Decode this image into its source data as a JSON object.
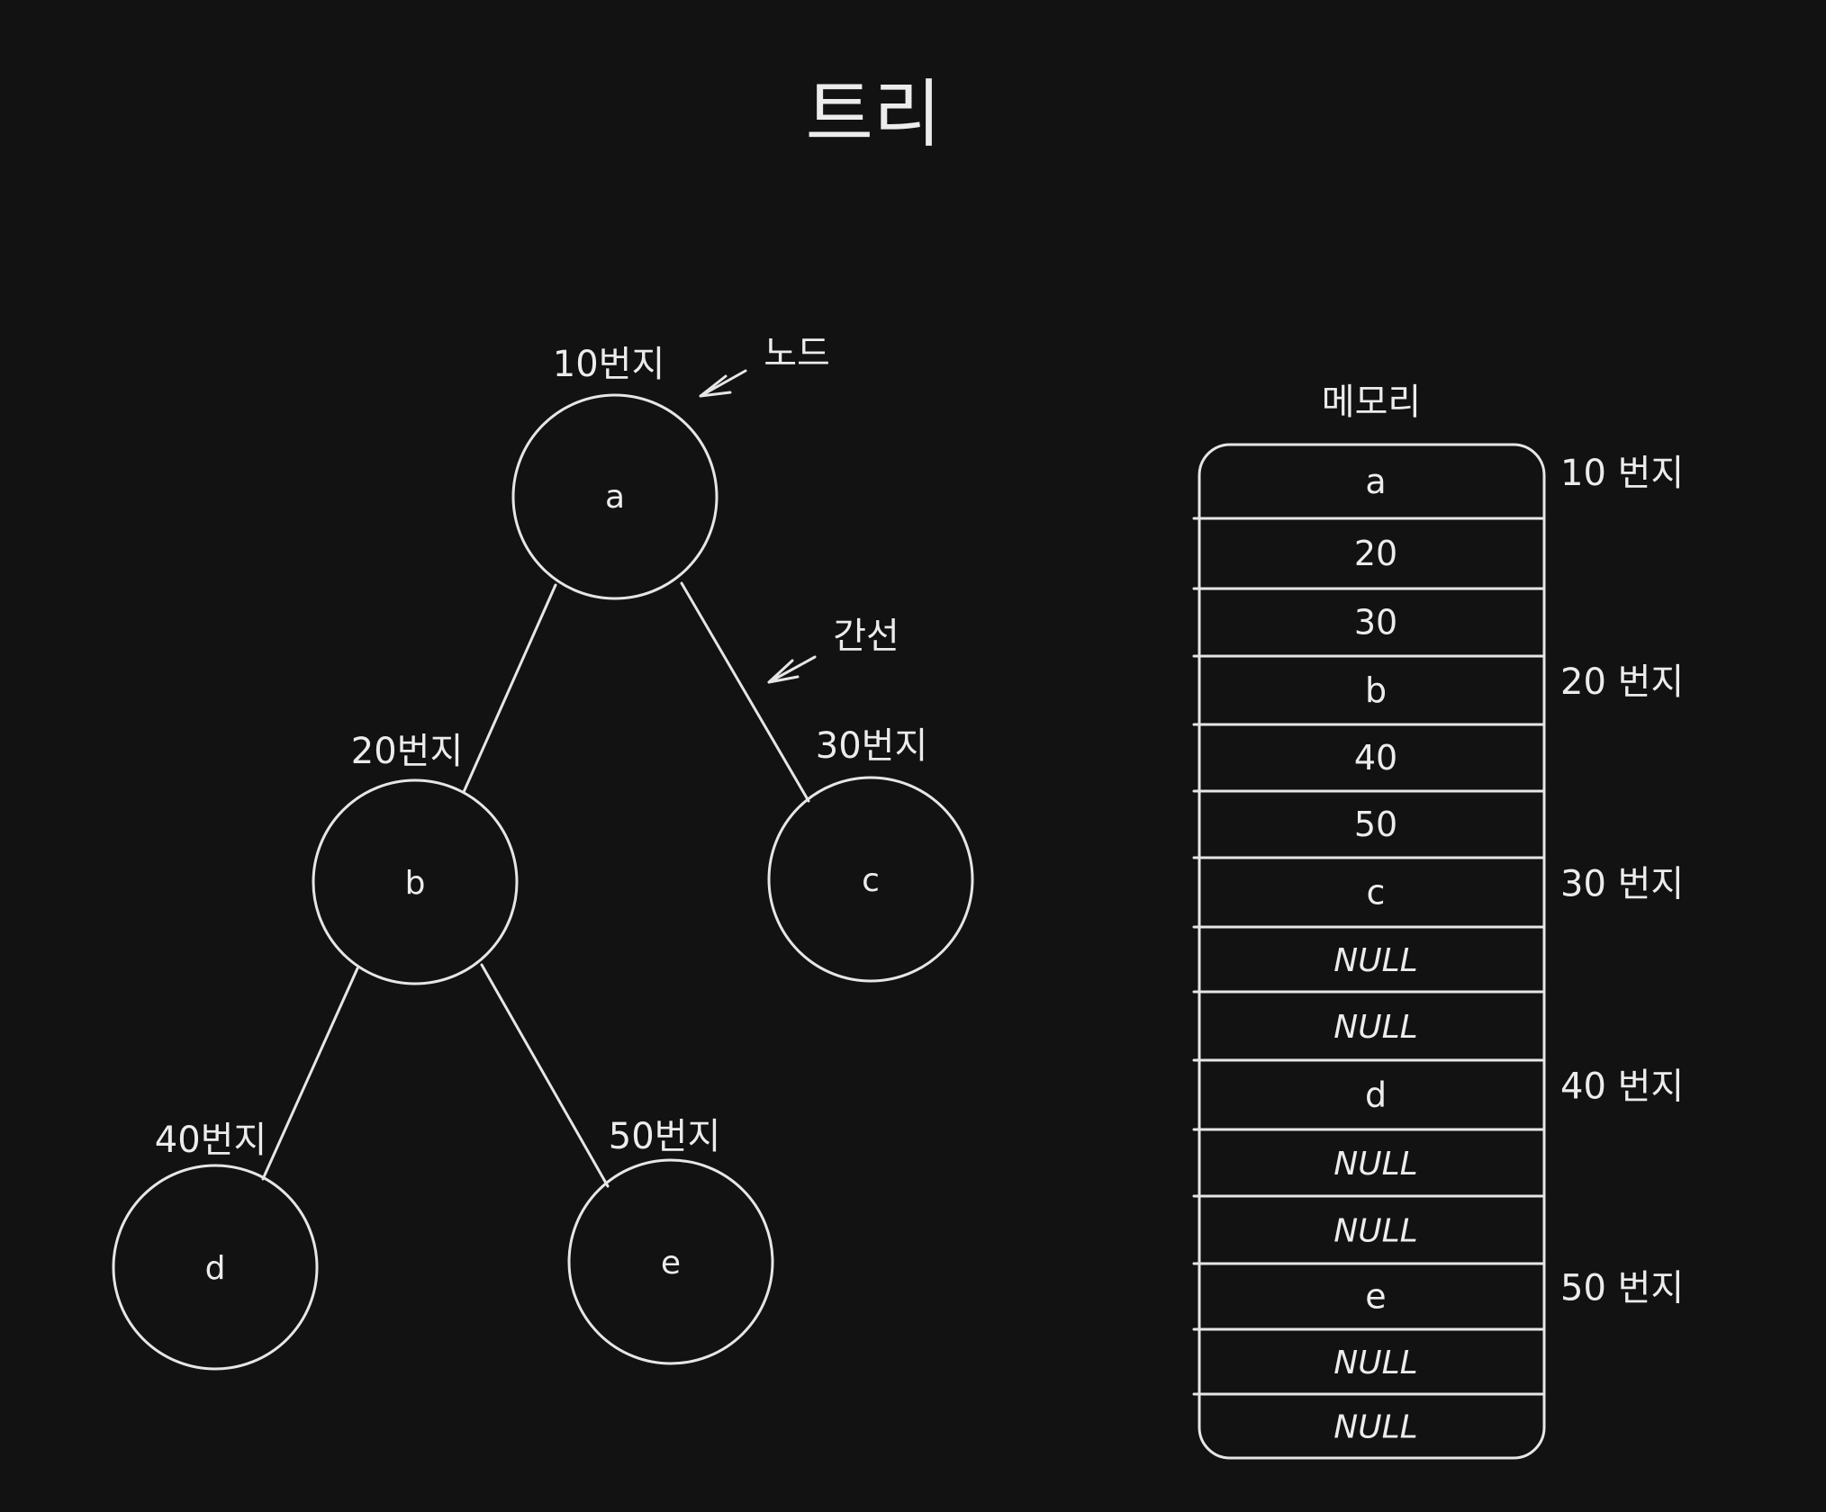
{
  "title": "트리",
  "annotations": {
    "node": "노드",
    "edge": "간선"
  },
  "tree": {
    "nodes": [
      {
        "id": "a",
        "label": "a",
        "address": "10번지"
      },
      {
        "id": "b",
        "label": "b",
        "address": "20번지"
      },
      {
        "id": "c",
        "label": "c",
        "address": "30번지"
      },
      {
        "id": "d",
        "label": "d",
        "address": "40번지"
      },
      {
        "id": "e",
        "label": "e",
        "address": "50번지"
      }
    ],
    "edges": [
      {
        "from": "a",
        "to": "b"
      },
      {
        "from": "a",
        "to": "c"
      },
      {
        "from": "b",
        "to": "d"
      },
      {
        "from": "b",
        "to": "e"
      }
    ]
  },
  "memory": {
    "title": "메모리",
    "cells": [
      "a",
      "20",
      "30",
      "b",
      "40",
      "50",
      "c",
      "NULL",
      "NULL",
      "d",
      "NULL",
      "NULL",
      "e",
      "NULL",
      "NULL"
    ],
    "addresses": [
      "10 번지",
      "20 번지",
      "30 번지",
      "40 번지",
      "50 번지"
    ]
  }
}
